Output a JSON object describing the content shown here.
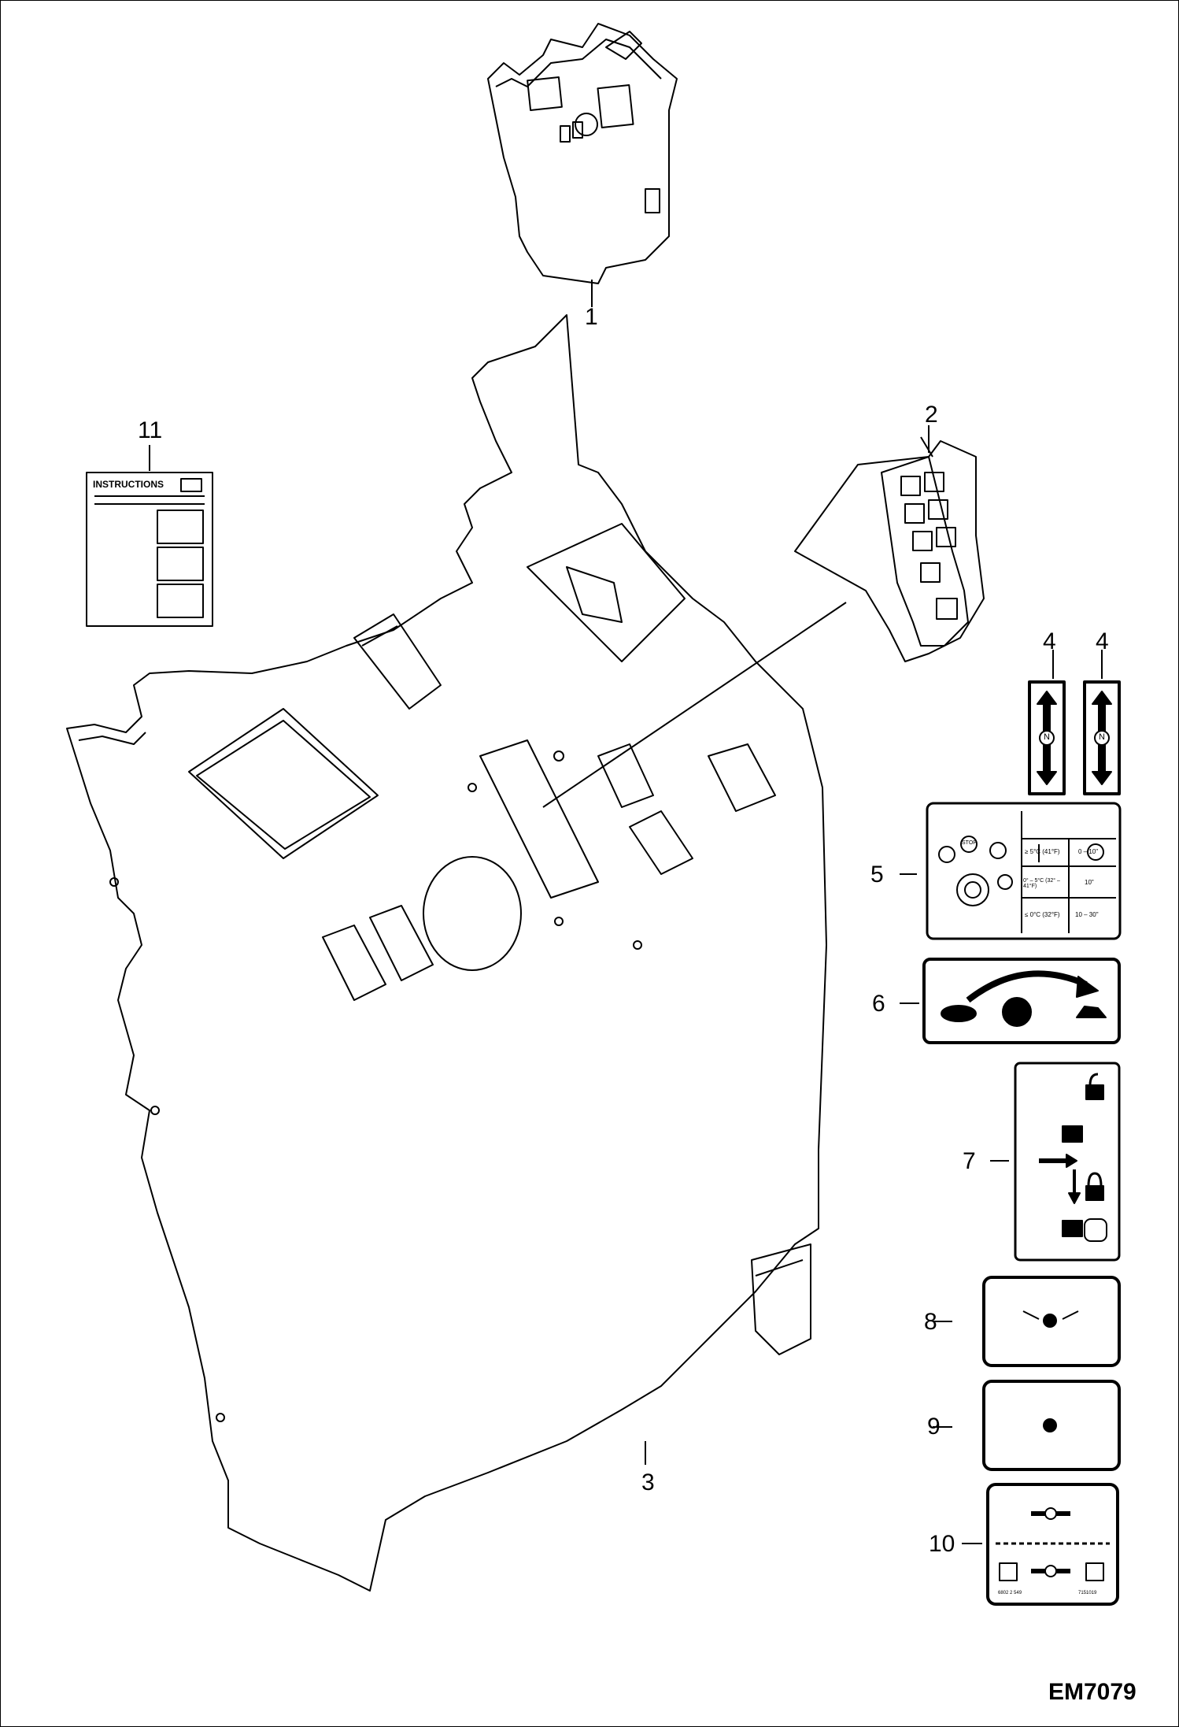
{
  "figure_code": "EM7079",
  "callouts": [
    "1",
    "2",
    "3",
    "4",
    "4",
    "5",
    "6",
    "7",
    "8",
    "9",
    "10",
    "11"
  ],
  "instructions_label": "INSTRUCTIONS",
  "decal5": {
    "stop_label": "STOP",
    "rows": [
      {
        "temp": "≥ 5°C (41°F)",
        "time": "0 – 10\""
      },
      {
        "temp": "0° – 5°C (32° – 41°F)",
        "time": "10\""
      },
      {
        "temp": "≤ 0°C (32°F)",
        "time": "10 – 30\""
      }
    ]
  },
  "decal10": {
    "part_left": "6802 2 549",
    "part_right": "7151019"
  },
  "n_label": "N"
}
